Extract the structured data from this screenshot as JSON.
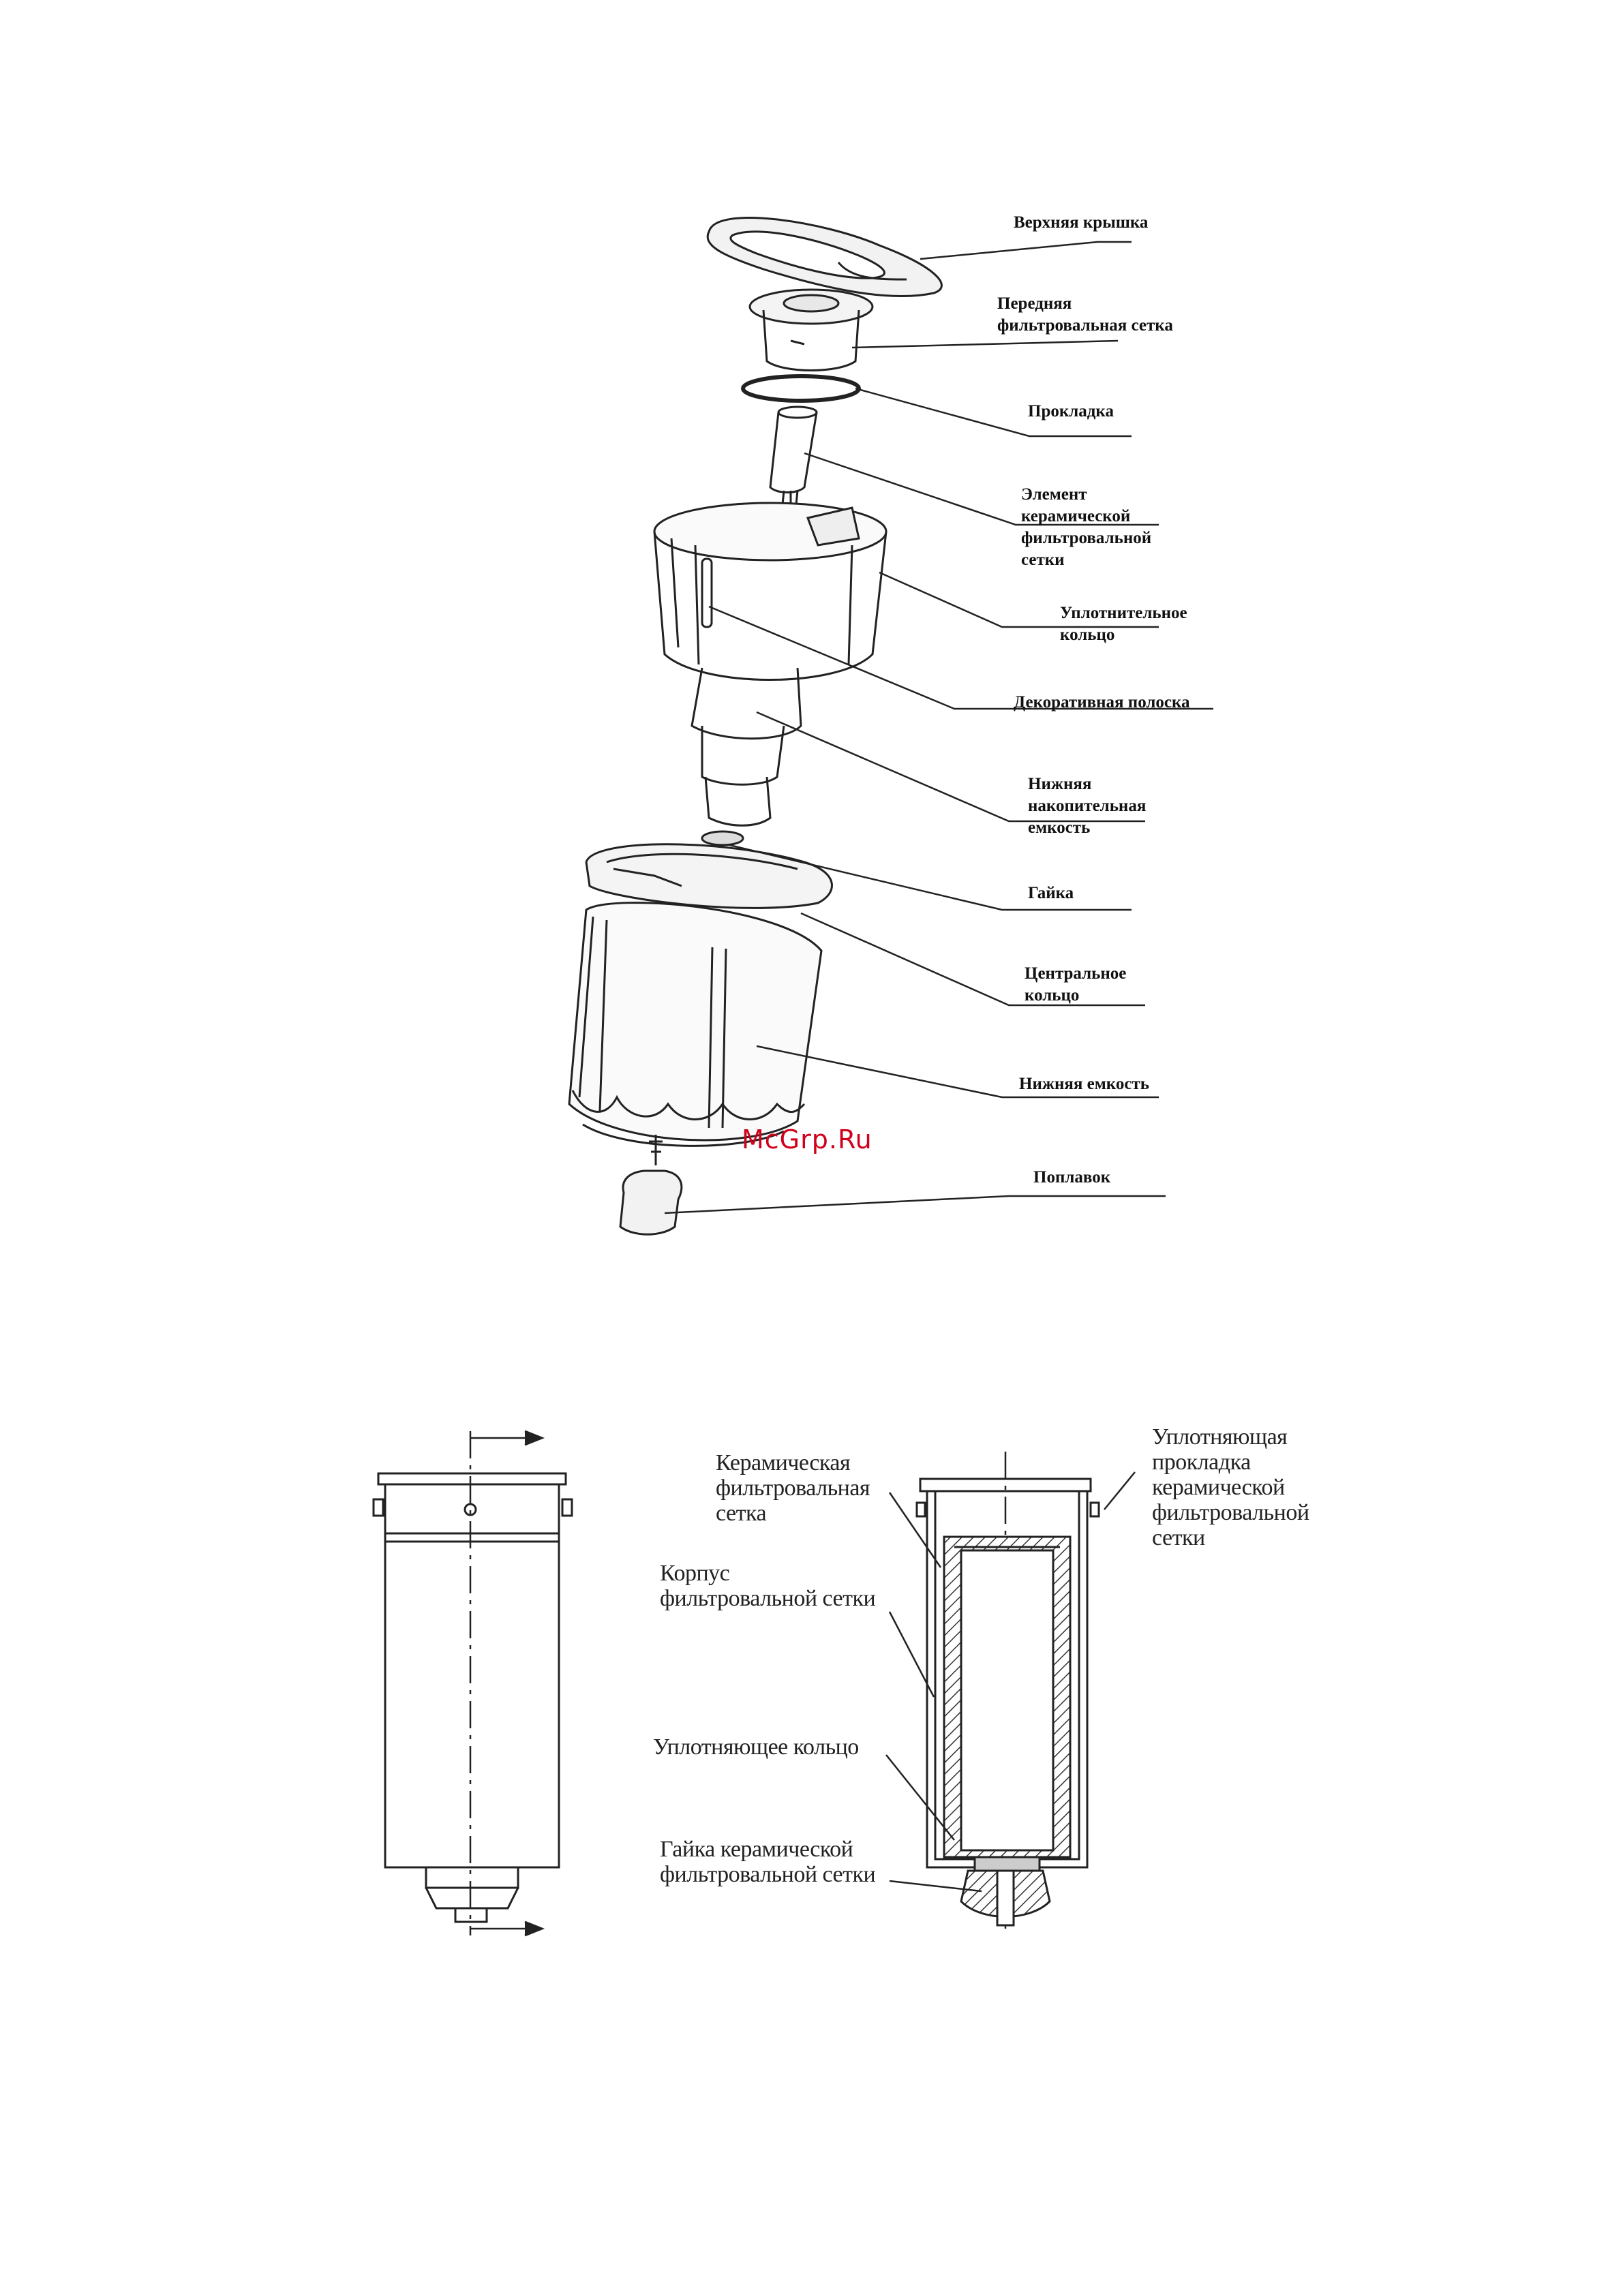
{
  "exploded_view": {
    "labels": {
      "upper_lid": "Верхняя крышка",
      "front_filter_mesh": "Передняя\nфильтровальная сетка",
      "gasket": "Прокладка",
      "ceramic_element": "Элемент\nкерамической\nфильтровальной\nсетки",
      "sealing_ring": "Уплотнительное\nкольцо",
      "decorative_strip": "Декоративная полоска",
      "lower_storage_tank": "Нижняя\nнакопительная\nемкость",
      "nut": "Гайка",
      "central_ring": "Центральное\nкольцо",
      "lower_tank": "Нижняя емкость",
      "float": "Поплавок"
    }
  },
  "section_view": {
    "labels": {
      "ceramic_mesh": "Керамическая\nфильтровальная\nсетка",
      "sealing_gasket": "Уплотняющая\nпрокладка\nкерамической\nфильтровальной\nсетки",
      "mesh_housing": "Корпус\nфильтровальной сетки",
      "sealing_ring": "Уплотняющее кольцо",
      "mesh_nut": "Гайка керамической\nфильтровальной сетки"
    }
  },
  "watermark": "McGrp.Ru",
  "colors": {
    "line": "#222222",
    "watermark": "#d0021b"
  }
}
